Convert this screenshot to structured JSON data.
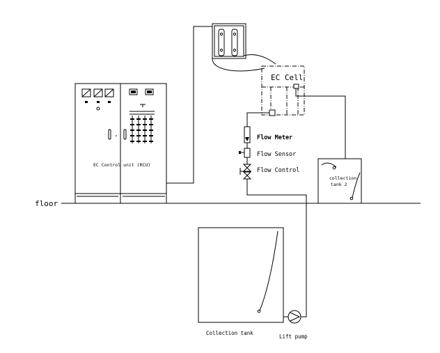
{
  "labels": {
    "floor": "floor",
    "ec_cell": "EC Cell",
    "flow_meter": "Flow Meter",
    "flow_sensor": "Flow Sensor",
    "flow_control": "Flow Control",
    "control_unit": "EC Control unit (RCU)",
    "collection_tank_2_line1": "collection",
    "collection_tank_2_line2": "tank 2",
    "collection_tank": "Collection tank",
    "lift_pump": "Lift pump"
  }
}
